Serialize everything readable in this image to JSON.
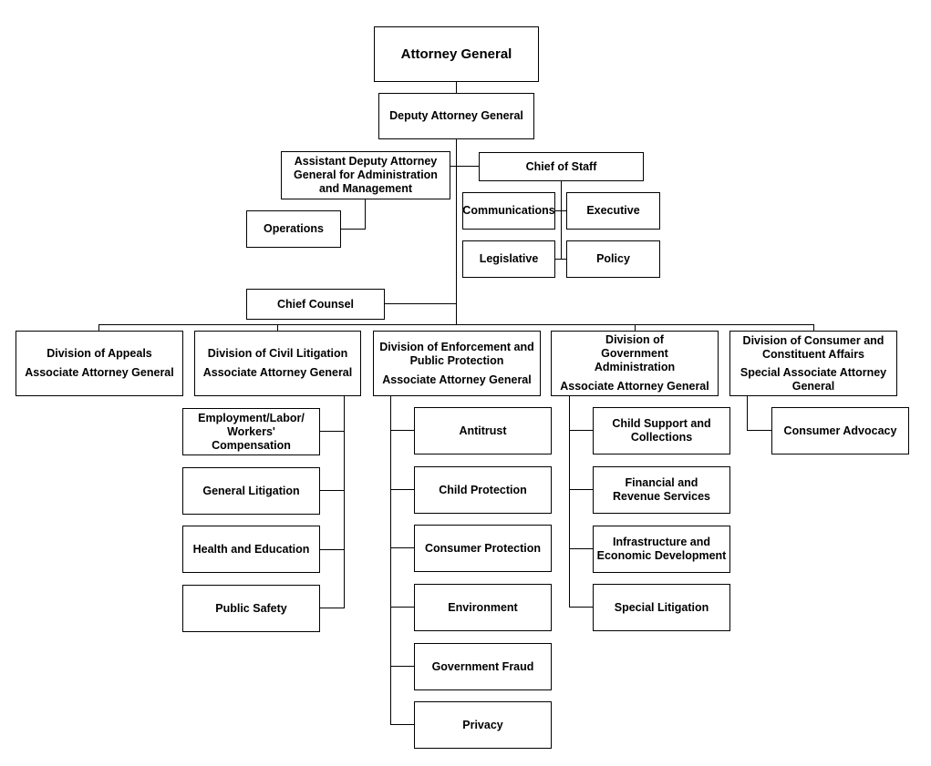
{
  "top": {
    "attorney_general": "Attorney General",
    "deputy": "Deputy Attorney General",
    "assistant_deputy": "Assistant Deputy Attorney General for Administration and Management",
    "operations": "Operations",
    "chief_of_staff": "Chief of Staff",
    "communications": "Communications",
    "executive": "Executive",
    "legislative": "Legislative",
    "policy": "Policy",
    "chief_counsel": "Chief Counsel"
  },
  "divisions": {
    "appeals": {
      "name": "Division of Appeals",
      "head": "Associate Attorney General"
    },
    "civil": {
      "name": "Division of Civil Litigation",
      "head": "Associate Attorney General",
      "units": [
        "Employment/Labor/ Workers' Compensation",
        "General Litigation",
        "Health and Education",
        "Public Safety"
      ]
    },
    "enforcement": {
      "name": "Division of Enforcement and Public Protection",
      "head": "Associate Attorney General",
      "units": [
        "Antitrust",
        "Child Protection",
        "Consumer Protection",
        "Environment",
        "Government Fraud",
        "Privacy"
      ]
    },
    "government": {
      "name": "Division of Government Administration",
      "head": "Associate Attorney General",
      "units": [
        "Child Support and Collections",
        "Financial and Revenue Services",
        "Infrastructure and Economic Development",
        "Special Litigation"
      ]
    },
    "consumer": {
      "name": "Division of Consumer and Constituent Affairs",
      "head": "Special Associate Attorney General",
      "units": [
        "Consumer Advocacy"
      ]
    }
  }
}
